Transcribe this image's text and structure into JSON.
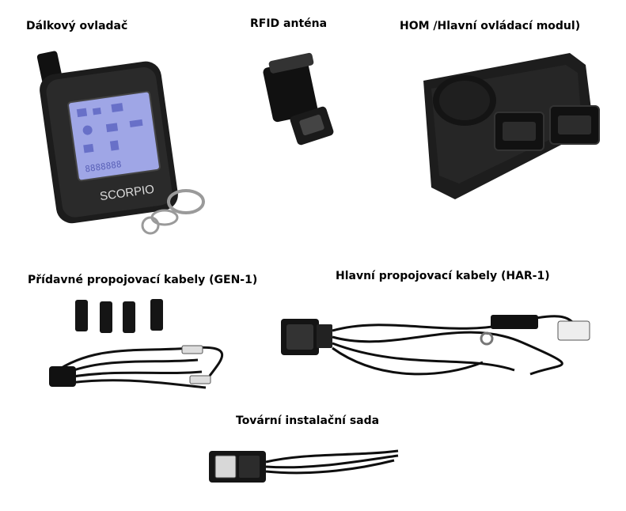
{
  "labels": {
    "remote": "Dálkový ovladač",
    "rfid": "RFID anténa",
    "hom": "HOM /Hlavní ovládací modul)",
    "gen1": "Přídavné propojovací kabely (GEN-1)",
    "har1": "Hlavní propojovací kabely (HAR-1)",
    "factory_kit": "Tovární instalační sada"
  },
  "remote_brand": "SCORPIO",
  "colors": {
    "device": "#1c1c1c",
    "screen": "#9fa6e6",
    "metal": "#9a9a9a"
  }
}
